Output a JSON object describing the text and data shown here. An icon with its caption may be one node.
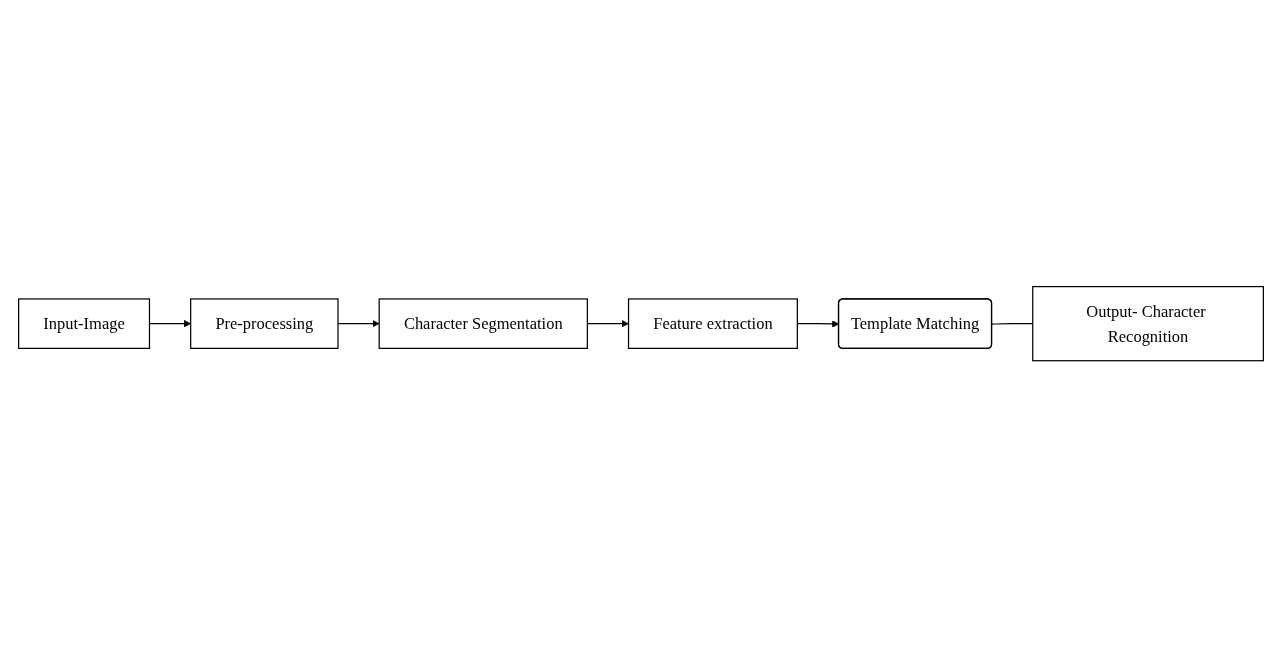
{
  "diagram": {
    "nodes": [
      {
        "text": [
          "Input-Image"
        ]
      },
      {
        "text": [
          "Pre-processing"
        ]
      },
      {
        "text": [
          "Character Segmentation"
        ]
      },
      {
        "text": [
          "Output- Character Recognition"
        ]
      },
      {
        "text": [
          "Feature extraction"
        ]
      },
      {
        "text": [
          "Template Matching"
        ]
      }
    ],
    "edges": [
      {
        "from": 0,
        "to": 1,
        "arrow": "to"
      },
      {
        "from": 1,
        "to": 2,
        "arrow": "to"
      },
      {
        "from": 2,
        "to": 4,
        "arrow": "to"
      },
      {
        "from": 4,
        "to": 5,
        "arrow": "to"
      },
      {
        "from": 5,
        "to": 3,
        "arrow": "none"
      }
    ]
  }
}
